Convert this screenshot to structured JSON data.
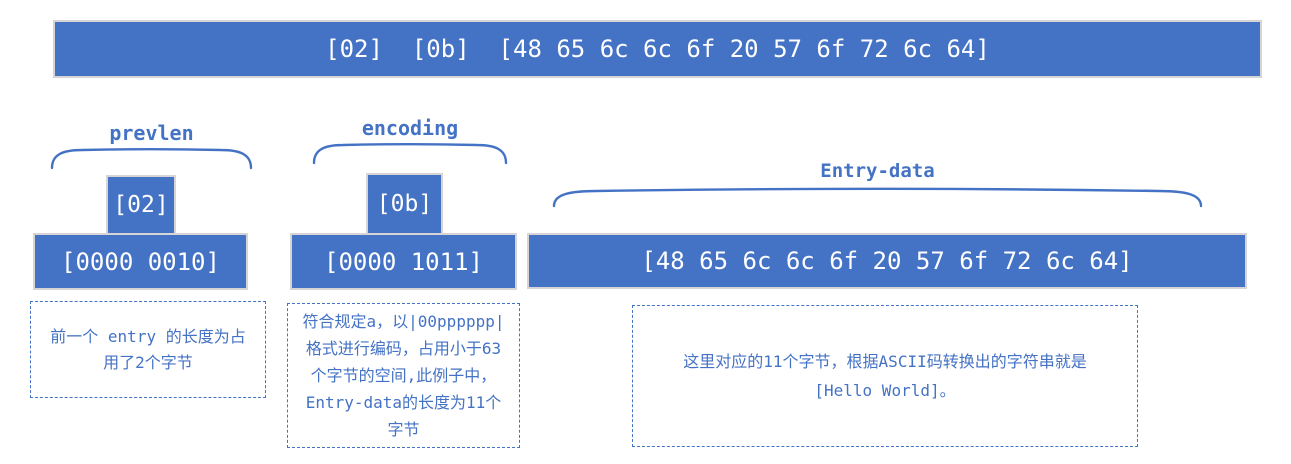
{
  "colors": {
    "accent": "#4472c4",
    "box_fill": "#4472c4",
    "box_border": "#d6d4d4",
    "text_on_fill": "#ffffff"
  },
  "top_bar": {
    "text": "[02]  [0b]  [48 65 6c 6c 6f 20 57 6f 72 6c 64]"
  },
  "sections": {
    "prevlen": {
      "label": "prevlen",
      "byte_value": "[02]",
      "binary_value": "[0000 0010]",
      "note": "前一个 entry 的长度为占\n用了2个字节"
    },
    "encoding": {
      "label": "encoding",
      "byte_value": "[0b]",
      "binary_value": "[0000 1011]",
      "note": "符合规定a，以|00pppppp|\n格式进行编码，占用小于63\n个字节的空间,此例子中，\nEntry-data的长度为11个\n字节"
    },
    "entry_data": {
      "label": "Entry-data",
      "hex_value": "[48 65 6c 6c 6f 20 57 6f 72 6c 64]",
      "note": "这里对应的11个字节，根据ASCII码转换出的字符串就是\n[Hello World]。"
    }
  }
}
